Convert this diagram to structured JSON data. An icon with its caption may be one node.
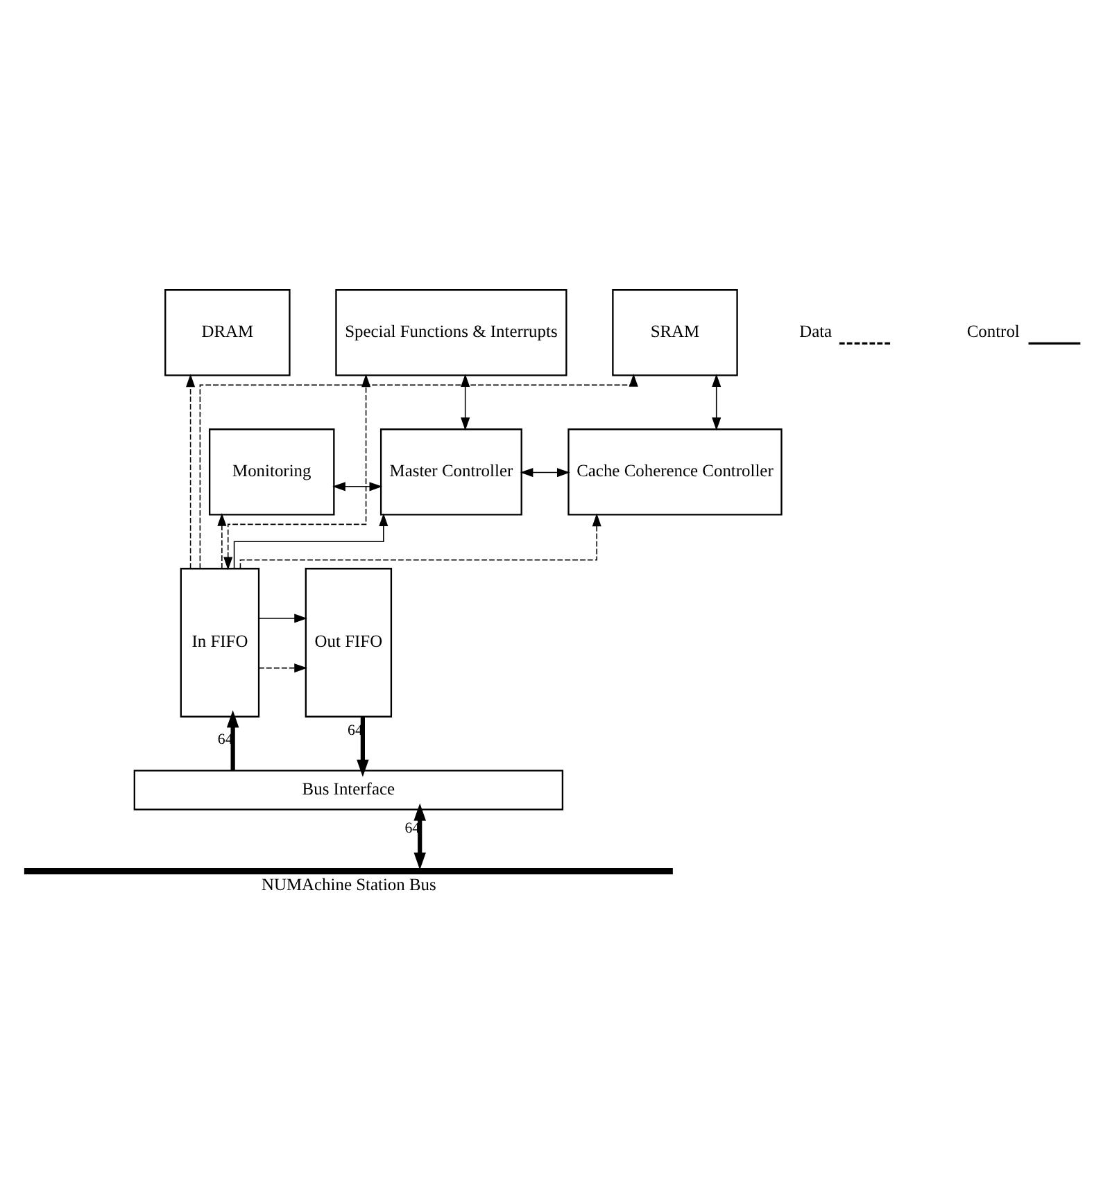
{
  "diagram": {
    "nodes": [
      {
        "text": [
          "DRAM"
        ]
      },
      {
        "text": [
          "Special Functions & Interrupts"
        ]
      },
      {
        "text": [
          "SRAM"
        ]
      },
      {
        "text": [
          "Monitoring"
        ]
      },
      {
        "text": [
          "Master Controller"
        ]
      },
      {
        "text": [
          "Cache Coherence Controller"
        ]
      },
      {
        "text": [
          "Out FIFO"
        ]
      },
      {
        "text": [
          "In FIFO"
        ]
      },
      {
        "text": [
          "Bus Interface"
        ]
      },
      {
        "text": [
          "NUMAchine Station Bus"
        ]
      }
    ],
    "edges": [
      {
        "from": 1,
        "to": 4,
        "arrow": "both"
      },
      {
        "from": 2,
        "to": 5,
        "arrow": "both"
      },
      {
        "from": 3,
        "to": 4,
        "arrow": "both"
      },
      {
        "from": 4,
        "to": 5,
        "arrow": "both"
      },
      {
        "from": 7,
        "to": 4,
        "arrow": "to"
      },
      {
        "from": 7,
        "to": 6,
        "arrow": "to"
      },
      {
        "from": 7,
        "to": 0,
        "arrow": "to",
        "style": "dashed"
      },
      {
        "from": 7,
        "to": 3,
        "arrow": "to",
        "style": "dashed"
      },
      {
        "from": 7,
        "to": 6,
        "arrow": "to",
        "style": "dashed"
      },
      {
        "from": 7,
        "to": 2,
        "arrow": "to",
        "style": "dashed"
      },
      {
        "from": 7,
        "to": 5,
        "arrow": "to",
        "style": "dashed"
      },
      {
        "from": 7,
        "to": 1,
        "arrow": "both",
        "style": "dashed"
      },
      {
        "from": 6,
        "to": 8,
        "arrow": "to",
        "label": "64",
        "style": "thick"
      },
      {
        "from": 8,
        "to": 7,
        "arrow": "to",
        "label": "64",
        "style": "thick"
      },
      {
        "from": 8,
        "to": 9,
        "arrow": "both",
        "label": "64",
        "style": "thick"
      }
    ],
    "legend": [
      {
        "text": "Data"
      },
      {
        "text": "Control"
      }
    ]
  }
}
